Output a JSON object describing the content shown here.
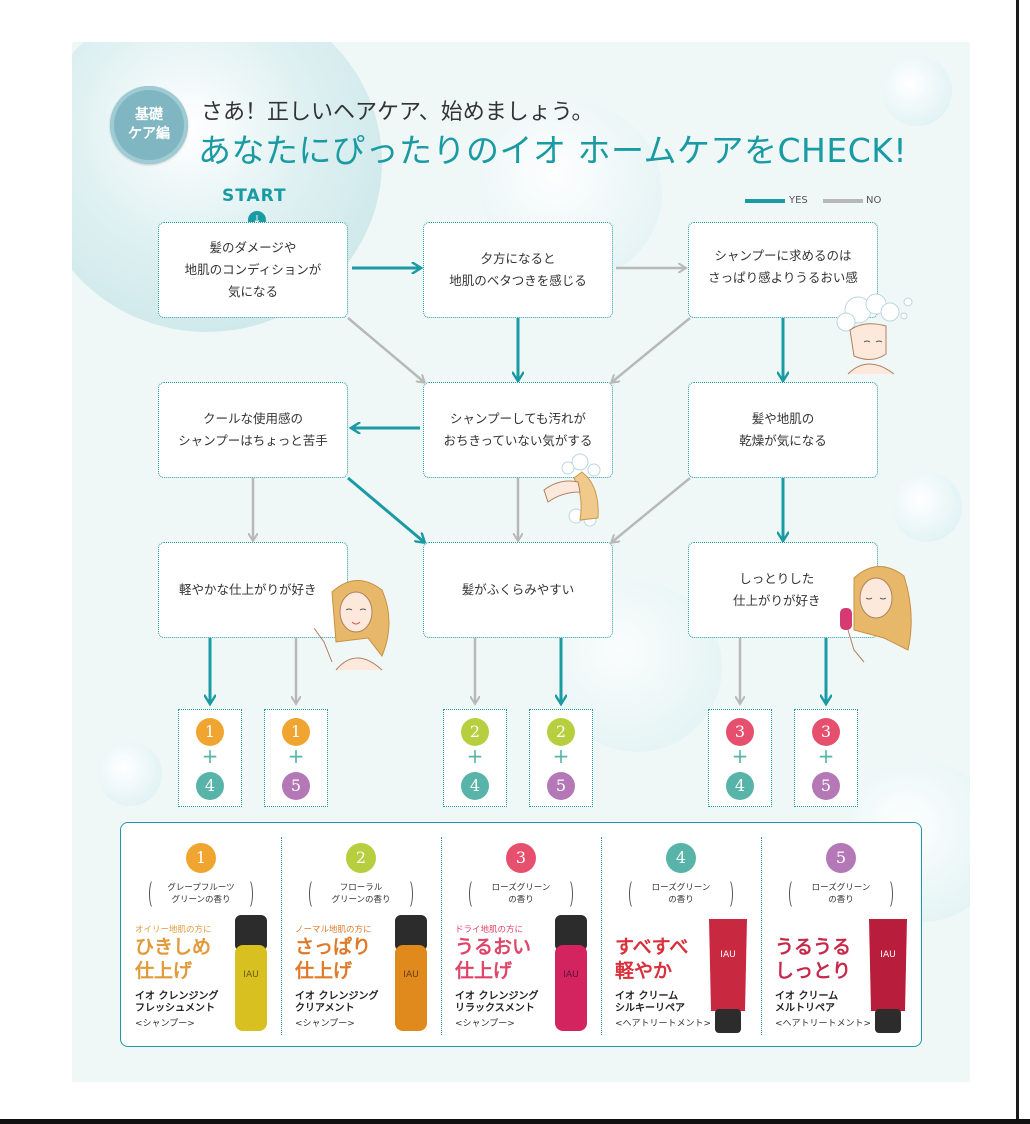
{
  "header": {
    "badge": [
      "基礎",
      "ケア編"
    ],
    "sub_heading": "さあ！正しいヘアケア、始めましょう。",
    "main_heading": "あなたにぴったりのイオ ホームケアをCHECK!"
  },
  "legend": {
    "yes": "YES",
    "no": "NO"
  },
  "start_label": "START",
  "start_icon": "down-arrow-icon",
  "colors": {
    "yes": "#1a9aa3",
    "no": "#b8b8b8",
    "n1": "#f0a530",
    "n2": "#b7cf3e",
    "n3": "#e6506e",
    "n4": "#58b4a8",
    "n5": "#b478b6"
  },
  "questions": {
    "q1": "髪のダメージや\n地肌のコンディションが\n気になる",
    "q2": "夕方になると\n地肌のベタつきを感じる",
    "q3": "シャンプーに求めるのは\nさっぱり感よりうるおい感",
    "q4": "クールな使用感の\nシャンプーはちょっと苦手",
    "q5": "シャンプーしても汚れが\nおちきっていない気がする",
    "q6": "髪や地肌の\n乾燥が気になる",
    "q7": "軽やかな仕上がりが好き",
    "q8": "髪がふくらみやすい",
    "q9": "しっとりした\n仕上がりが好き"
  },
  "results": [
    {
      "top": "1",
      "bottom": "4"
    },
    {
      "top": "1",
      "bottom": "5"
    },
    {
      "top": "2",
      "bottom": "4"
    },
    {
      "top": "2",
      "bottom": "5"
    },
    {
      "top": "3",
      "bottom": "4"
    },
    {
      "top": "3",
      "bottom": "5"
    }
  ],
  "plus": "+",
  "products": [
    {
      "num": "1",
      "scent": "グレープフルーツ\nグリーンの香り",
      "target": "オイリー地肌の方に",
      "tagline": "ひきしめ\n仕上げ",
      "name": "イオ クレンジング\nフレッシュメント",
      "type": "<シャンプー>",
      "color": "#e19a3a",
      "bottle": "#d8c020"
    },
    {
      "num": "2",
      "scent": "フローラル\nグリーンの香り",
      "target": "ノーマル地肌の方に",
      "tagline": "さっぱり\n仕上げ",
      "name": "イオ クレンジング\nクリアメント",
      "type": "<シャンプー>",
      "color": "#e07a2a",
      "bottle": "#e0891c"
    },
    {
      "num": "3",
      "scent": "ローズグリーン\nの香り",
      "target": "ドライ地肌の方に",
      "tagline": "うるおい\n仕上げ",
      "name": "イオ クレンジング\nリラックスメント",
      "type": "<シャンプー>",
      "color": "#e04468",
      "bottle": "#d42460"
    },
    {
      "num": "4",
      "scent": "ローズグリーン\nの香り",
      "target": "",
      "tagline": "すべすべ\n軽やか",
      "name": "イオ クリーム\nシルキーリペア",
      "type": "<ヘアトリートメント>",
      "color": "#d9303c",
      "bottle": "#c82840"
    },
    {
      "num": "5",
      "scent": "ローズグリーン\nの香り",
      "target": "",
      "tagline": "うるうる\nしっとり",
      "name": "イオ クリーム\nメルトリペア",
      "type": "<ヘアトリートメント>",
      "color": "#c8284a",
      "bottle": "#b81e3c"
    }
  ],
  "bottle_mark": "IAU"
}
